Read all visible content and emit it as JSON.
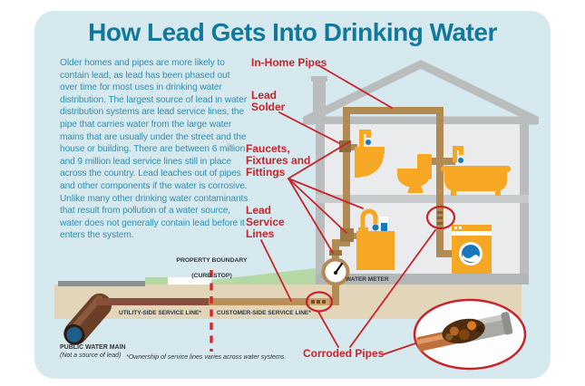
{
  "title": "How Lead Gets Into Drinking Water",
  "intro": "Older homes and pipes are more likely to contain lead, as lead has been phased out over time for most uses in drinking water distribution. The largest source of lead in water distribution systems are lead service lines, the pipe that carries water from the large water mains that are usually under the street and the house or building. There are between 6 million and 9 million lead service lines still in place across the country. Lead leaches out of pipes and other components if the water is corrosive. Unlike many other drinking water contaminants that result from pollution of a water source, water does not generally contain lead before it enters the system.",
  "callouts": {
    "in_home_pipes": "In-Home Pipes",
    "lead_solder": "Lead Solder",
    "faucets_fixtures": "Faucets, Fixtures and Fittings",
    "lead_service_lines": "Lead Service Lines",
    "corroded_pipes": "Corroded Pipes"
  },
  "diagram_labels": {
    "property_boundary_line1": "PROPERTY BOUNDARY",
    "property_boundary_line2": "(CURB STOP)",
    "water_meter": "WATER METER",
    "utility_side": "UTILITY-SIDE SERVICE LINE*",
    "customer_side": "CUSTOMER-SIDE SERVICE LINE*",
    "public_water_main": "PUBLIC WATER MAIN",
    "public_water_main_note": "(Not a source of lead)",
    "footnote": "*Ownership of service lines varies across water systems."
  },
  "colors": {
    "title_teal": "#12799c",
    "body_teal": "#2e8fb0",
    "callout_red": "#c8232b",
    "pipe_tan": "#b28b54",
    "fixture_yellow": "#f6a723",
    "water_blue": "#1878be",
    "panel_blue": "#d6e9ef",
    "soil_tan": "#e3d5ba",
    "grass_green": "#b6d8a4",
    "house_gray": "#b9bdbe"
  }
}
